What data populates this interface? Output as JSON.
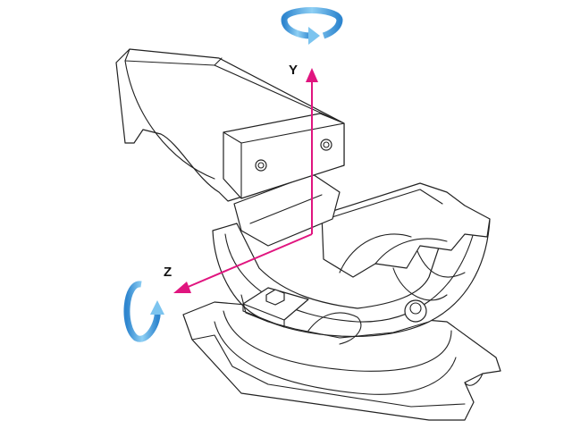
{
  "axes": {
    "y_label": "Y",
    "z_label": "Z",
    "axis_color": "#e0157f",
    "rotation_arrow_color": "#5ab0e6"
  },
  "icons": {
    "y_rotation": "rotation-arrow-horizontal",
    "z_rotation": "rotation-arrow-vertical"
  }
}
